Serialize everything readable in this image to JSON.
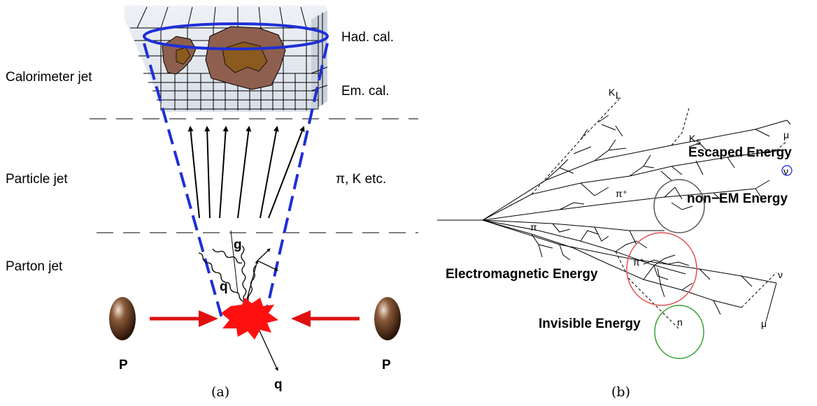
{
  "panel_a": {
    "caption": "(a)",
    "rows": {
      "calorimeter": "Calorimeter jet",
      "particle": "Particle jet",
      "parton": "Parton jet"
    },
    "right_labels": {
      "had_cal": "Had. cal.",
      "em_cal": "Em. cal.",
      "particles": "π,  K etc."
    },
    "partons": {
      "gluon": "g",
      "quark_upper": "q",
      "quark_lower": "q"
    },
    "protons": {
      "left": "P",
      "right": "P"
    }
  },
  "panel_b": {
    "caption": "(b)",
    "energy_labels": {
      "escaped": "Escaped Energy",
      "non_em": "non−EM Energy",
      "electromagnetic": "Electromagnetic Energy",
      "invisible": "Invisible Energy"
    },
    "particle_labels": {
      "k_long": "K",
      "k_long_sub": "L",
      "k_short": "K",
      "k_short_sub": "s",
      "mu_top": "μ",
      "nu_mu_top": "ν",
      "pi_plus": "π⁺",
      "pi_left": "π",
      "pi_zero": "π°",
      "neutron": "n",
      "nu_mu_bottom": "ν",
      "mu_bottom": "μ"
    },
    "colors": {
      "escaped": "#1a1ae6",
      "electromagnetic": "#e61a1a",
      "invisible": "#22a022",
      "non_em": "#000000"
    }
  },
  "colors": {
    "cone": "#1f2fd6",
    "ring": "#1f2fd6",
    "arrow_beam": "#e01010",
    "star": "#ff1010",
    "deposit_outer": "#8a5a48",
    "deposit_inner": "#8b5a1e",
    "calorimeter_fill": "#dfe6ee"
  }
}
